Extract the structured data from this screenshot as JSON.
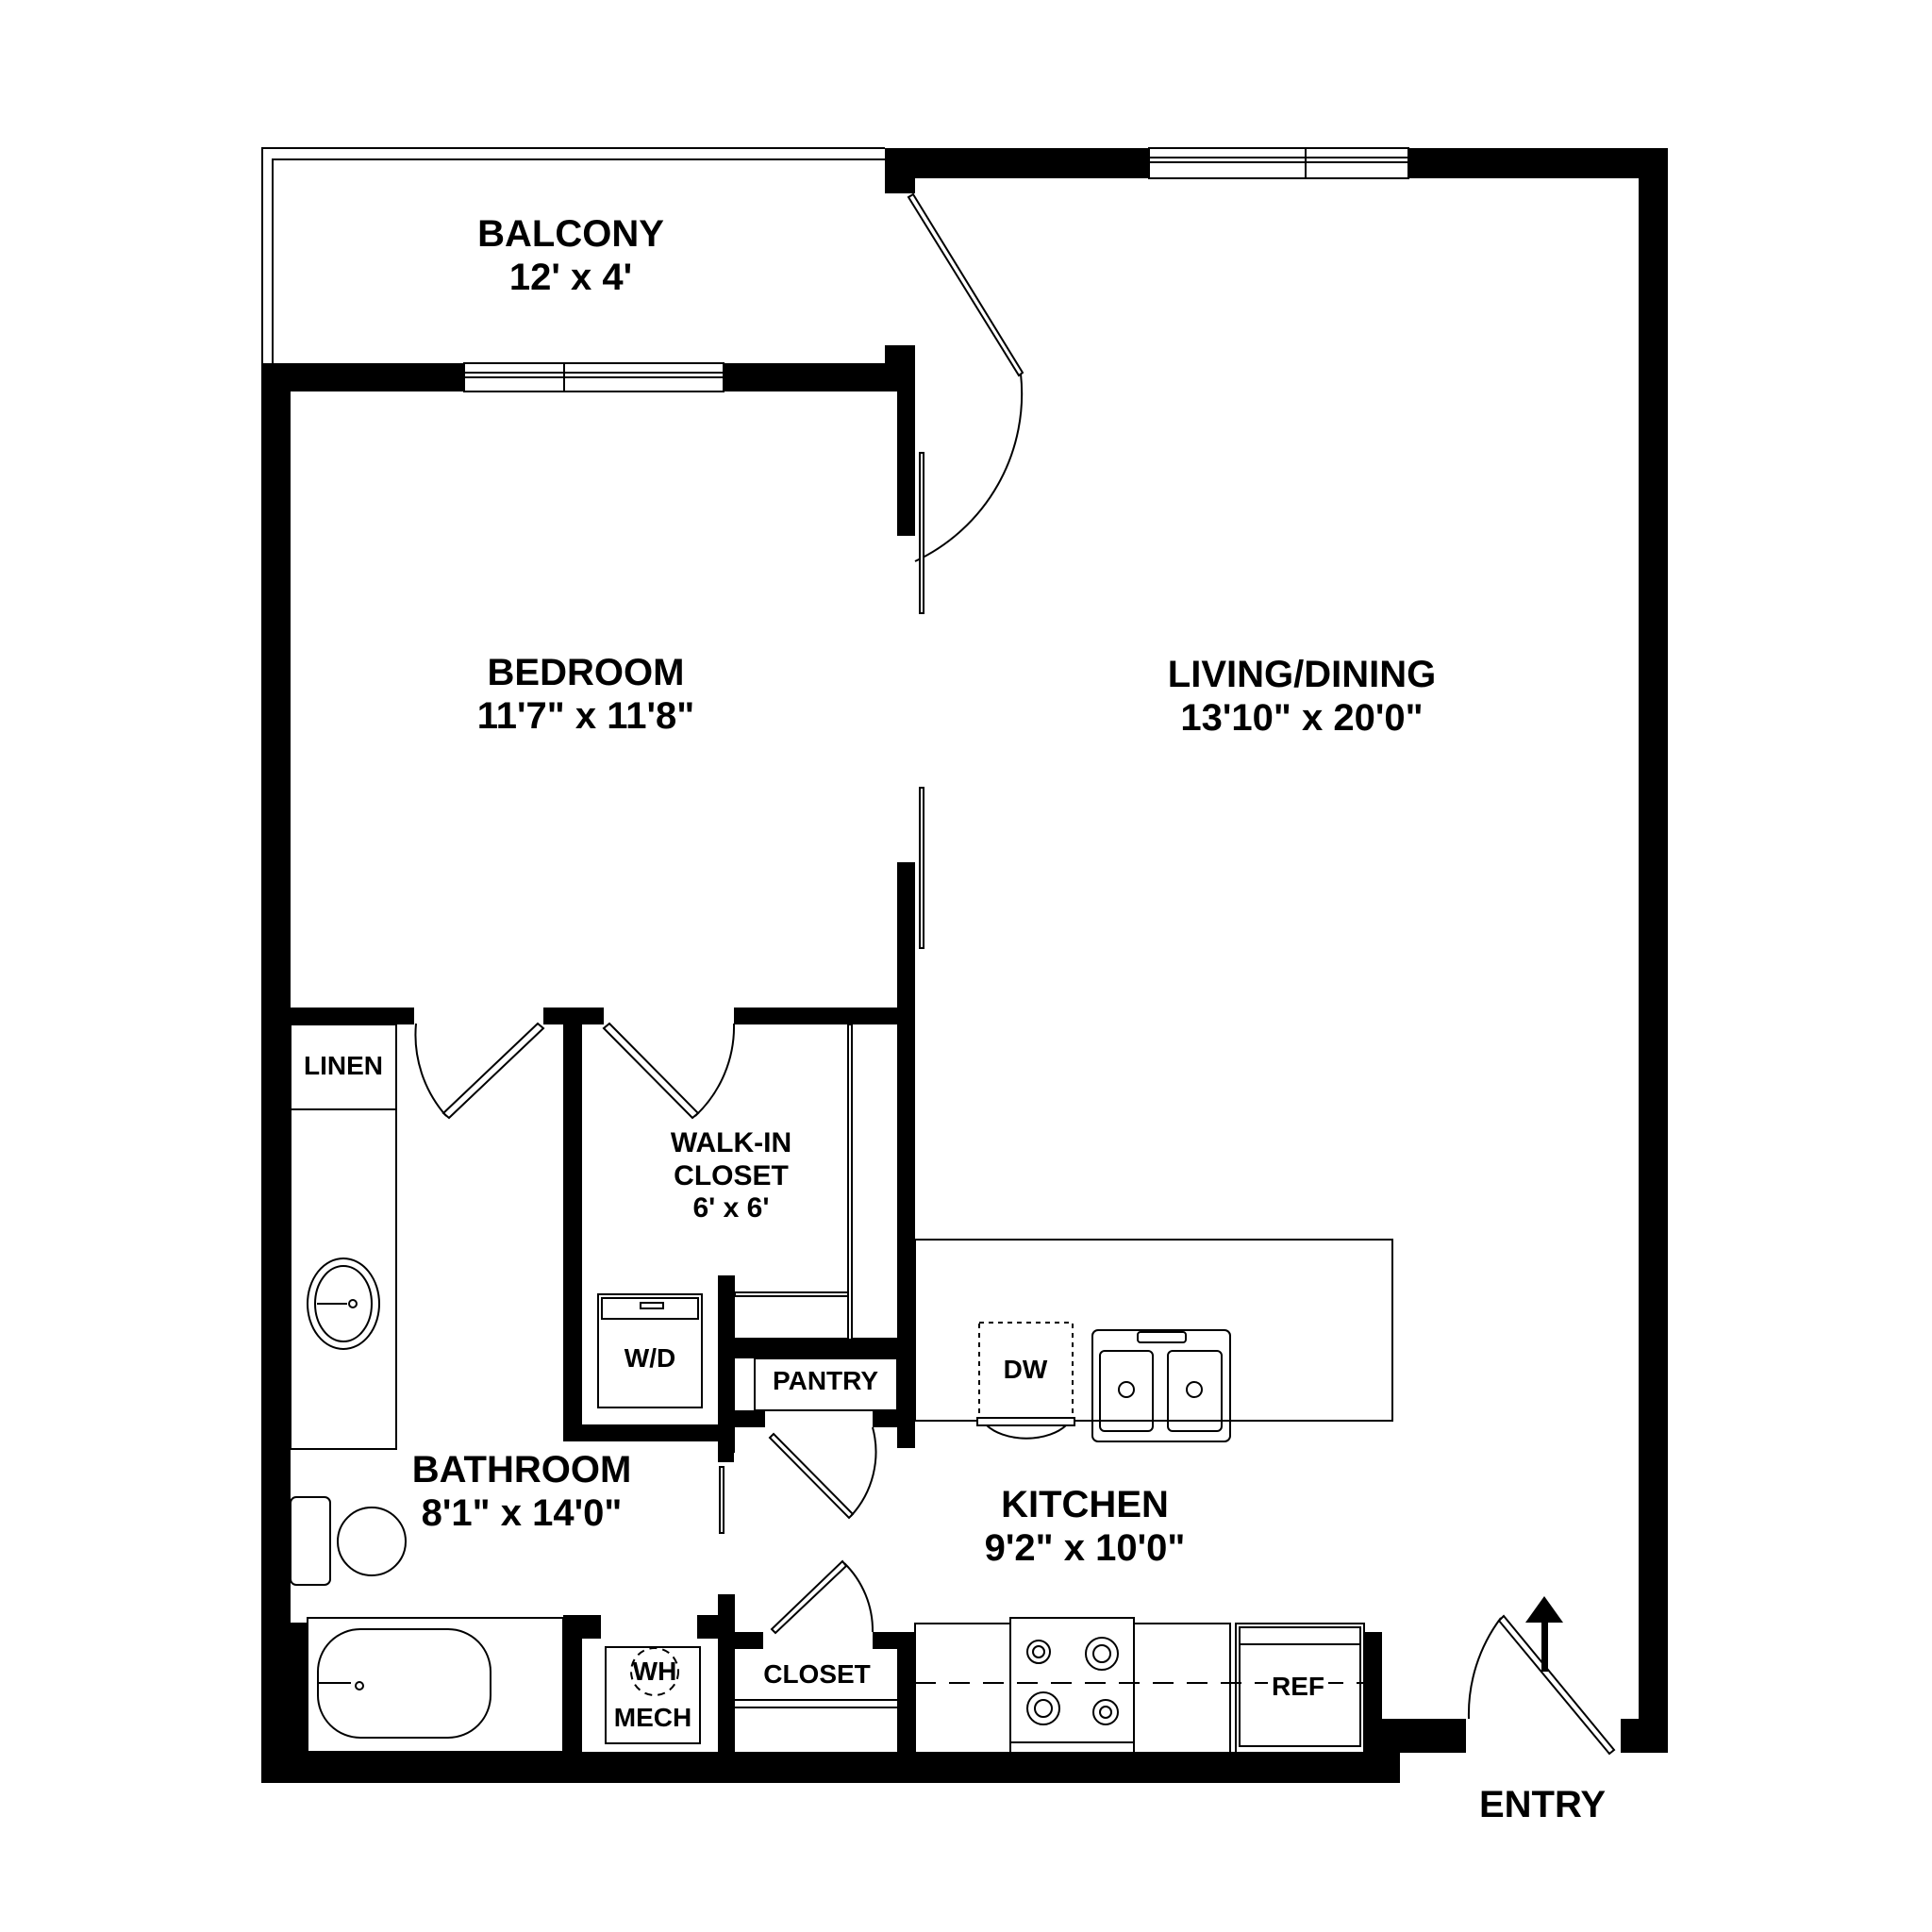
{
  "plan": {
    "wall_color": "#000000",
    "background": "#ffffff"
  },
  "rooms": {
    "balcony": {
      "name": "BALCONY",
      "size": "12' x 4'"
    },
    "bedroom": {
      "name": "BEDROOM",
      "size": "11'7\" x 11'8\""
    },
    "living": {
      "name": "LIVING/DINING",
      "size": "13'10\" x 20'0\""
    },
    "walkin": {
      "name1": "WALK-IN",
      "name2": "CLOSET",
      "size": "6' x 6'"
    },
    "bathroom": {
      "name": "BATHROOM",
      "size": "8'1\" x 14'0\""
    },
    "kitchen": {
      "name": "KITCHEN",
      "size": "9'2\" x 10'0\""
    }
  },
  "fixtures": {
    "linen": "LINEN",
    "washer_dryer": "W/D",
    "pantry": "PANTRY",
    "dishwasher": "DW",
    "water_heater": "WH",
    "mech": "MECH",
    "closet": "CLOSET",
    "refrigerator": "REF"
  },
  "entry": {
    "label": "ENTRY",
    "icon": "arrow-up-icon"
  }
}
